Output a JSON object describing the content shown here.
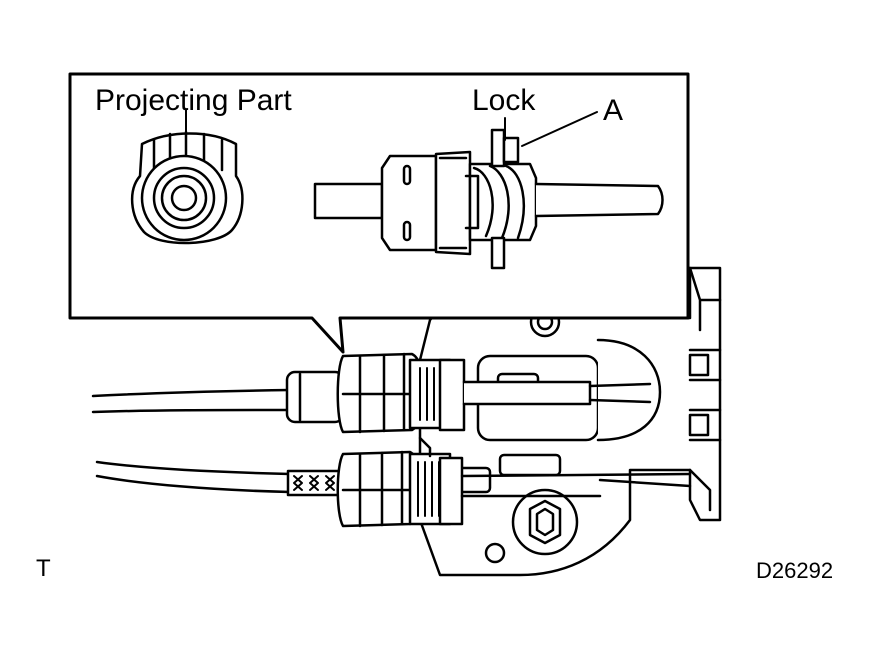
{
  "labels": {
    "projecting_part": "Projecting Part",
    "lock": "Lock",
    "marker_a": "A",
    "corner_mark": "T",
    "figure_code": "D26292"
  }
}
